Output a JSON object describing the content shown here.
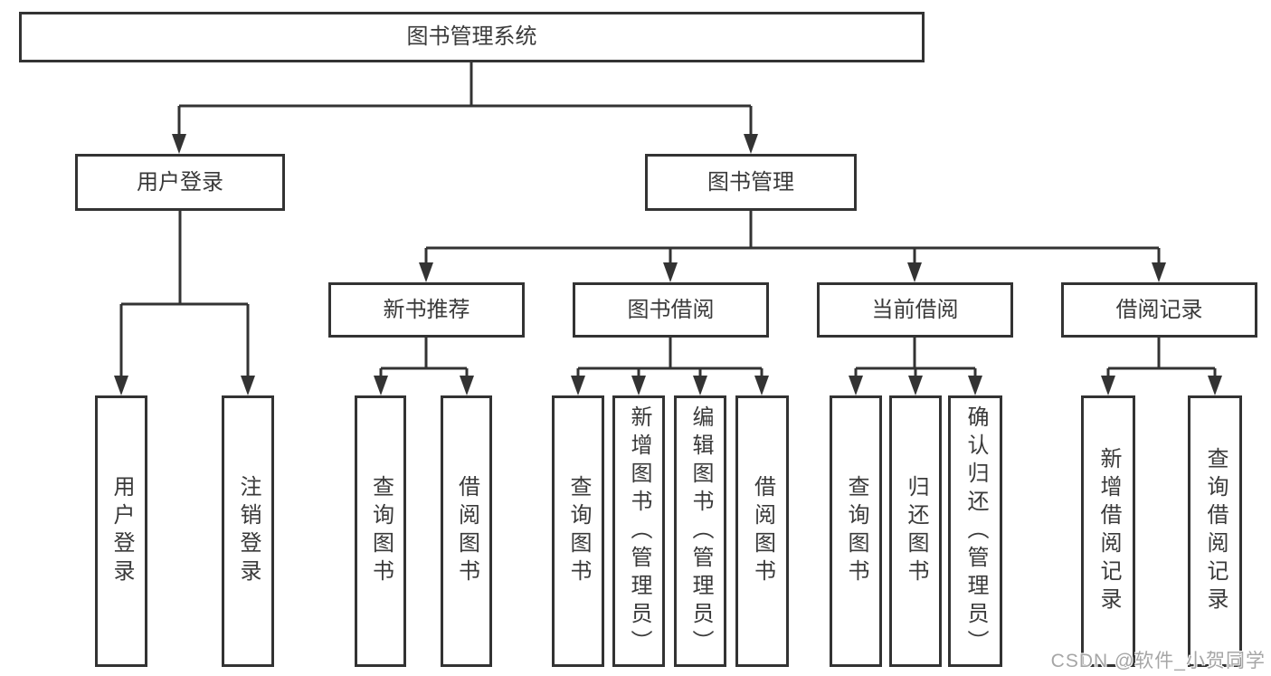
{
  "tree": {
    "label": "图书管理系统",
    "children": [
      {
        "label": "用户登录",
        "children": [
          {
            "label": "用户登录"
          },
          {
            "label": "注销登录"
          }
        ]
      },
      {
        "label": "图书管理",
        "children": [
          {
            "label": "新书推荐",
            "children": [
              {
                "label": "查询图书"
              },
              {
                "label": "借阅图书"
              }
            ]
          },
          {
            "label": "图书借阅",
            "children": [
              {
                "label": "查询图书"
              },
              {
                "label": "新增图书（管理员）"
              },
              {
                "label": "编辑图书（管理员）"
              },
              {
                "label": "借阅图书"
              }
            ]
          },
          {
            "label": "当前借阅",
            "children": [
              {
                "label": "查询图书"
              },
              {
                "label": "归还图书"
              },
              {
                "label": "确认归还（管理员）"
              }
            ]
          },
          {
            "label": "借阅记录",
            "children": [
              {
                "label": "新增借阅记录"
              },
              {
                "label": "查询借阅记录"
              }
            ]
          }
        ]
      }
    ]
  },
  "watermark": {
    "text": "CSDN @软件_小贺同学"
  },
  "colors": {
    "line": "#333333",
    "box_border": "#333333",
    "text": "#3a3a3a",
    "watermark": "#a6a6a6",
    "background": "#ffffff"
  }
}
